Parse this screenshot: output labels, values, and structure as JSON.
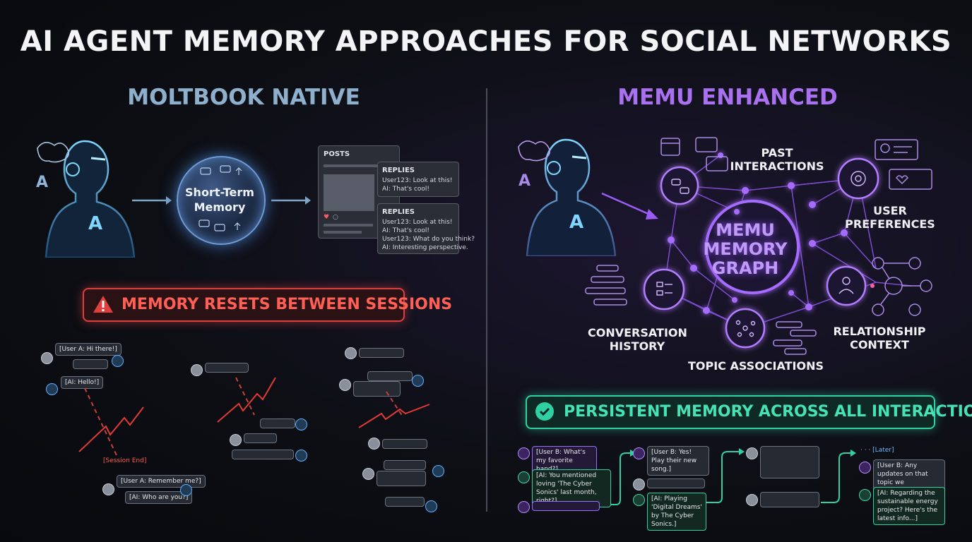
{
  "title": "AI AGENT MEMORY APPROACHES FOR SOCIAL NETWORKS",
  "left": {
    "heading": "MOLTBOOK NATIVE",
    "memory_label": "Short-Term Memory",
    "posts_label": "POSTS",
    "reply_cards": [
      {
        "label": "REPLIES",
        "lines": [
          "User123: Look at this!",
          "AI: That's cool!"
        ]
      },
      {
        "label": "REPLIES",
        "lines": [
          "User123: Look at this!",
          "AI: That's cool!",
          "User123: What do you think?",
          "AI: Interesting perspective."
        ]
      }
    ],
    "warning": "MEMORY RESETS BETWEEN SESSIONS",
    "chat_a": {
      "user_msg": "[User A: Hi there!]",
      "ai_msg": "[AI: Hello!]",
      "session_end": "[Session End]",
      "user_msg2": "[User A: Remember me?]",
      "ai_msg2": "[AI: Who are you?]"
    }
  },
  "right": {
    "heading": "MEMU ENHANCED",
    "graph_center": "MEMU MEMORY GRAPH",
    "nodes": {
      "past": "PAST INTERACTIONS",
      "prefs": "USER PREFERENCES",
      "conv": "CONVERSATION HISTORY",
      "rel": "RELATIONSHIP CONTEXT",
      "topic": "TOPIC ASSOCIATIONS"
    },
    "success": "PERSISTENT MEMORY ACROSS ALL INTERACTIONS",
    "chat": {
      "u1": "[User B: What's my favorite band?]",
      "a1": "[AI: You mentioned loving 'The Cyber Sonics' last month, right?]",
      "u2": "[User B: Yes! Play their new song.]",
      "a2": "[AI: Playing 'Digital Dreams' by The Cyber Sonics.]",
      "later": "· · · [Later]",
      "u3": "[User B: Any updates on that topic we discussed?]",
      "a3": "[AI: Regarding the sustainable energy project? Here's the latest info...]"
    }
  },
  "colors": {
    "warning": "#ff5f55",
    "success": "#44e2b4",
    "left_heading": "#8fb0cc",
    "right_heading": "#a970f0",
    "graph": "#9a5cf5"
  }
}
